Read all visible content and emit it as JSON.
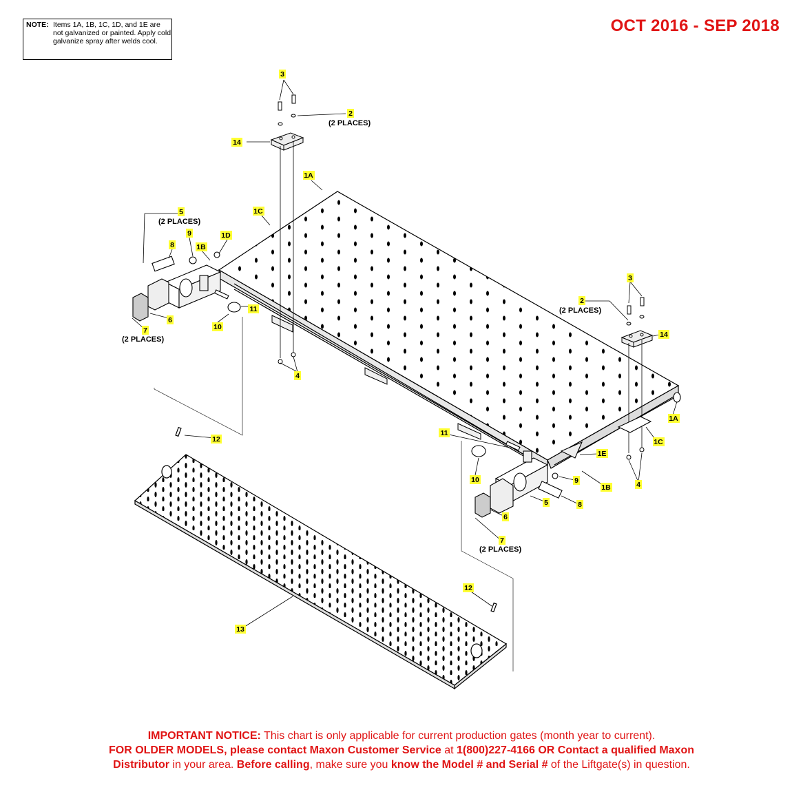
{
  "note": {
    "label": "NOTE:",
    "text": "Items 1A, 1B, 1C, 1D, and 1E are not galvanized or painted. Apply cold galvanize spray after welds cool."
  },
  "date_range": "OCT 2016 - SEP 2018",
  "callouts": {
    "c3a": "3",
    "c2a": "2",
    "c14a": "14",
    "c1Aa": "1A",
    "c1Ca": "1C",
    "c5a": "5",
    "c9a": "9",
    "c1Da": "1D",
    "c8a": "8",
    "c1Ba": "1B",
    "c11a": "11",
    "c10a": "10",
    "c6a": "6",
    "c7a": "7",
    "c4a": "4",
    "c12a": "12",
    "c13": "13",
    "c12b": "12",
    "c3b": "3",
    "c2b": "2",
    "c14b": "14",
    "c1Ab": "1A",
    "c1Cb": "1C",
    "c1E": "1E",
    "c4b": "4",
    "c11b": "11",
    "c10b": "10",
    "c9b": "9",
    "c1Bb": "1B",
    "c5b": "5",
    "c8b": "8",
    "c6b": "6",
    "c7b": "7"
  },
  "places": {
    "p2a": "(2 PLACES)",
    "p5a": "(2 PLACES)",
    "p7a": "(2 PLACES)",
    "p2b": "(2 PLACES)",
    "p7b": "(2 PLACES)"
  },
  "notice": {
    "l1_bold": "IMPORTANT NOTICE:",
    "l1_text": " This chart is only applicable for current production gates (month year to current).",
    "l2_bold1": "FOR OLDER MODELS, please contact Maxon Customer Service",
    "l2_text1": " at ",
    "l2_bold2": "1(800)227-4166 OR Contact a qualified Maxon",
    "l3_bold1": "Distributor",
    "l3_text1": " in your area. ",
    "l3_bold2": "Before calling",
    "l3_text2": ", make sure you ",
    "l3_bold3": "know the Model # and Serial #",
    "l3_text3": " of the Liftgate(s) in question."
  },
  "colors": {
    "accent": "#e01414",
    "callout_highlight": "#ffff33"
  }
}
